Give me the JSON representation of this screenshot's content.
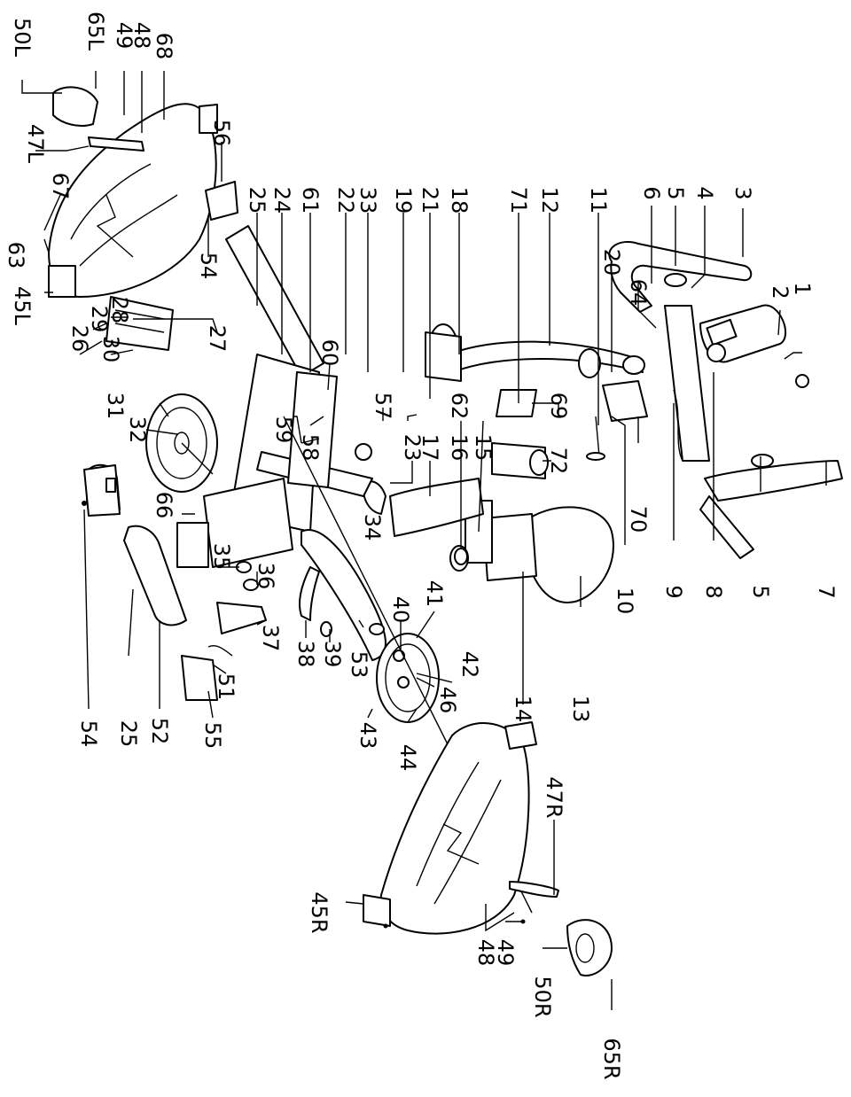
{
  "callouts": [
    {
      "text": "1"
    },
    {
      "text": "2"
    },
    {
      "text": "3"
    },
    {
      "text": "4"
    },
    {
      "text": "5"
    },
    {
      "text": "5"
    },
    {
      "text": "6"
    },
    {
      "text": "64"
    },
    {
      "text": "7"
    },
    {
      "text": "8"
    },
    {
      "text": "9"
    },
    {
      "text": "10"
    },
    {
      "text": "70"
    },
    {
      "text": "11"
    },
    {
      "text": "20"
    },
    {
      "text": "69"
    },
    {
      "text": "12"
    },
    {
      "text": "71"
    },
    {
      "text": "72"
    },
    {
      "text": "18"
    },
    {
      "text": "15"
    },
    {
      "text": "16"
    },
    {
      "text": "21"
    },
    {
      "text": "62"
    },
    {
      "text": "19"
    },
    {
      "text": "33"
    },
    {
      "text": "22"
    },
    {
      "text": "57"
    },
    {
      "text": "61"
    },
    {
      "text": "60"
    },
    {
      "text": "24"
    },
    {
      "text": "25"
    },
    {
      "text": "23"
    },
    {
      "text": "17"
    },
    {
      "text": "13"
    },
    {
      "text": "14"
    },
    {
      "text": "56"
    },
    {
      "text": "54"
    },
    {
      "text": "68"
    },
    {
      "text": "48"
    },
    {
      "text": "49"
    },
    {
      "text": "65L"
    },
    {
      "text": "50L"
    },
    {
      "text": "47L"
    },
    {
      "text": "67"
    },
    {
      "text": "63"
    },
    {
      "text": "45L"
    },
    {
      "text": "28"
    },
    {
      "text": "29"
    },
    {
      "text": "26"
    },
    {
      "text": "30"
    },
    {
      "text": "27"
    },
    {
      "text": "31"
    },
    {
      "text": "32"
    },
    {
      "text": "59"
    },
    {
      "text": "58"
    },
    {
      "text": "34"
    },
    {
      "text": "66"
    },
    {
      "text": "35"
    },
    {
      "text": "36"
    },
    {
      "text": "37"
    },
    {
      "text": "38"
    },
    {
      "text": "39"
    },
    {
      "text": "41"
    },
    {
      "text": "40"
    },
    {
      "text": "42"
    },
    {
      "text": "53"
    },
    {
      "text": "46"
    },
    {
      "text": "43"
    },
    {
      "text": "44"
    },
    {
      "text": "51"
    },
    {
      "text": "52"
    },
    {
      "text": "55"
    },
    {
      "text": "25"
    },
    {
      "text": "54"
    },
    {
      "text": "47R"
    },
    {
      "text": "45R"
    },
    {
      "text": "48"
    },
    {
      "text": "49"
    },
    {
      "text": "50R"
    },
    {
      "text": "65R"
    }
  ]
}
